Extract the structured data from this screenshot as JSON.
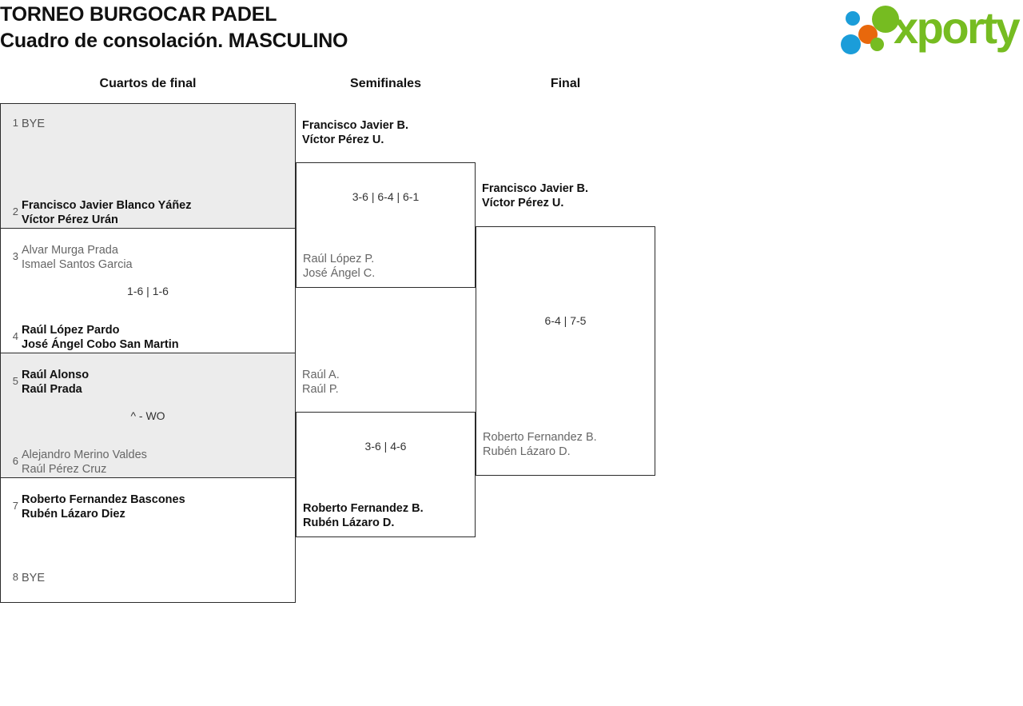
{
  "header": {
    "title_line1": "TORNEO BURGOCAR PADEL",
    "title_line2": "Cuadro de consolación. MASCULINO"
  },
  "logo": {
    "wordmark": "xporty",
    "colors": {
      "green": "#76bc21",
      "blue": "#1b9dd9",
      "orange": "#e8680c"
    },
    "dots": [
      {
        "name": "blue-top",
        "color": "#1b9dd9"
      },
      {
        "name": "orange",
        "color": "#e8680c"
      },
      {
        "name": "green-big",
        "color": "#76bc21"
      },
      {
        "name": "blue-bottom",
        "color": "#1b9dd9"
      },
      {
        "name": "green-small",
        "color": "#76bc21"
      }
    ]
  },
  "rounds": [
    {
      "label": "Cuartos de final"
    },
    {
      "label": "Semifinales"
    },
    {
      "label": "Final"
    }
  ],
  "quarterfinals": [
    {
      "shaded": true,
      "top": {
        "seed": "1",
        "lines": [
          "BYE"
        ],
        "status": "bye"
      },
      "bottom": {
        "seed": "2",
        "lines": [
          "Francisco Javier Blanco Yáñez",
          "Víctor Pérez Urán"
        ],
        "status": "winner"
      },
      "score": ""
    },
    {
      "shaded": false,
      "top": {
        "seed": "3",
        "lines": [
          "Alvar Murga Prada",
          "Ismael Santos Garcia"
        ],
        "status": "loser"
      },
      "bottom": {
        "seed": "4",
        "lines": [
          "Raúl López Pardo",
          "José Ángel Cobo San Martin"
        ],
        "status": "winner"
      },
      "score": "1-6 | 1-6"
    },
    {
      "shaded": true,
      "top": {
        "seed": "5",
        "lines": [
          "Raúl Alonso",
          "Raúl Prada"
        ],
        "status": "winner"
      },
      "bottom": {
        "seed": "6",
        "lines": [
          "Alejandro Merino Valdes",
          "Raúl Pérez Cruz"
        ],
        "status": "loser"
      },
      "score": "^ - WO"
    },
    {
      "shaded": false,
      "top": {
        "seed": "7",
        "lines": [
          "Roberto Fernandez Bascones",
          "Rubén Lázaro Diez"
        ],
        "status": "winner"
      },
      "bottom": {
        "seed": "8",
        "lines": [
          "BYE"
        ],
        "status": "bye"
      },
      "score": ""
    }
  ],
  "semifinals": [
    {
      "top": {
        "lines": [
          "Francisco Javier B.",
          "Víctor Pérez U."
        ],
        "status": "winner"
      },
      "bottom": {
        "lines": [
          "Raúl López P.",
          "José Ángel C."
        ],
        "status": "loser"
      },
      "score": "3-6 | 6-4 | 6-1"
    },
    {
      "top": {
        "lines": [
          "Raúl A.",
          "Raúl P."
        ],
        "status": "loser"
      },
      "bottom": {
        "lines": [
          "Roberto Fernandez B.",
          "Rubén Lázaro D."
        ],
        "status": "winner"
      },
      "score": "3-6 | 4-6"
    }
  ],
  "final": {
    "top": {
      "lines": [
        "Francisco Javier B.",
        "Víctor Pérez U."
      ],
      "status": "winner"
    },
    "bottom": {
      "lines": [
        "Roberto Fernandez B.",
        "Rubén Lázaro D."
      ],
      "status": "loser"
    },
    "score": "6-4 | 7-5"
  }
}
